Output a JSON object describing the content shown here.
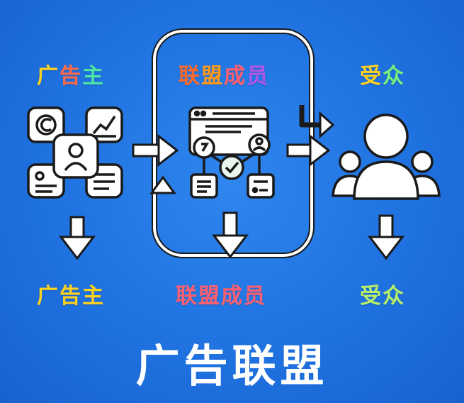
{
  "diagram": {
    "top_labels": {
      "advertiser": [
        "广",
        "告",
        "主"
      ],
      "member": [
        "联",
        "盟",
        "成",
        "员"
      ],
      "audience": [
        "受",
        "众"
      ]
    },
    "bottom_labels": {
      "advertiser": "广告主",
      "member": "联盟成员",
      "audience": "受众"
    },
    "title": "广告联盟",
    "colors": {
      "background": "#1f72e0",
      "icon_fill": "#ffffff",
      "icon_stroke": "#1a1a1a",
      "check_circle": "#e8f6ee"
    }
  }
}
